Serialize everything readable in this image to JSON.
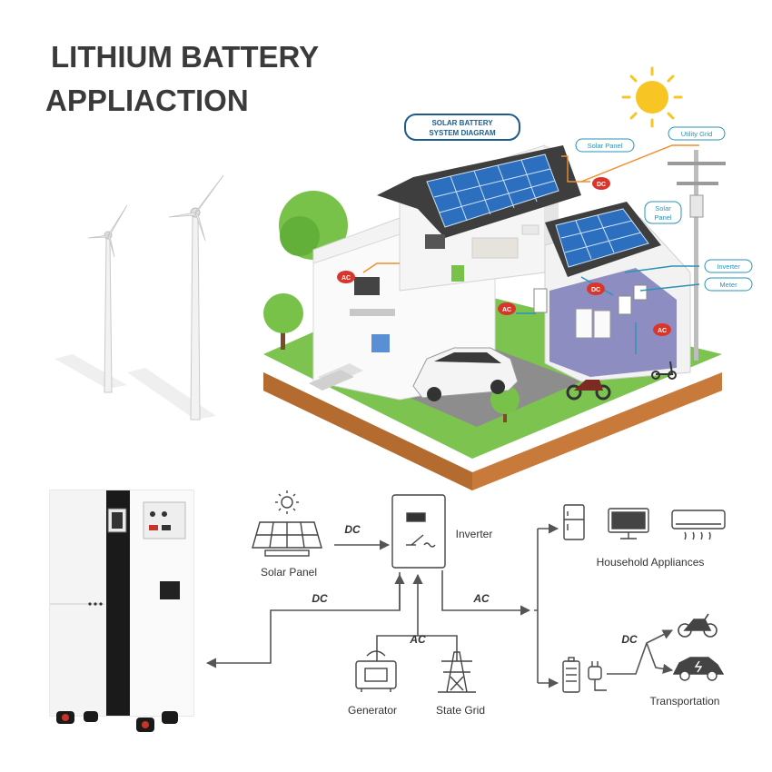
{
  "title": {
    "line1": "LITHIUM BATTERY",
    "line2": "APPLIACTION"
  },
  "house_diagram": {
    "badge": [
      "SOLAR BATTERY",
      "SYSTEM DIAGRAM"
    ],
    "solar_panel_1": "Solar Panel",
    "solar_panel_2": [
      "Solar",
      "Panel"
    ],
    "utility_grid": "Utility Grid",
    "inverter": "Inverter",
    "meter": "Meter",
    "dc": "DC",
    "dc2": "DC",
    "ac_living": "AC",
    "ac_garage": "AC",
    "ac_meter": "AC",
    "colors": {
      "badge": "#1f5c8c",
      "tag": "#2a93b8",
      "ac_dc": "#d9362b",
      "grass": "#6fbf45",
      "soil": "#c87a3a",
      "panel": "#2c6fbf",
      "roof": "#3e3e3e"
    }
  },
  "flow_diagram": {
    "solar_panel": "Solar Panel",
    "inverter": "Inverter",
    "household": "Household Appliances",
    "generator": "Generator",
    "state_grid": "State Grid",
    "transportation": "Transportation",
    "dc_top": "DC",
    "dc_left": "DC",
    "ac_right": "AC",
    "ac_bottom": "AC",
    "dc_transport": "DC"
  }
}
